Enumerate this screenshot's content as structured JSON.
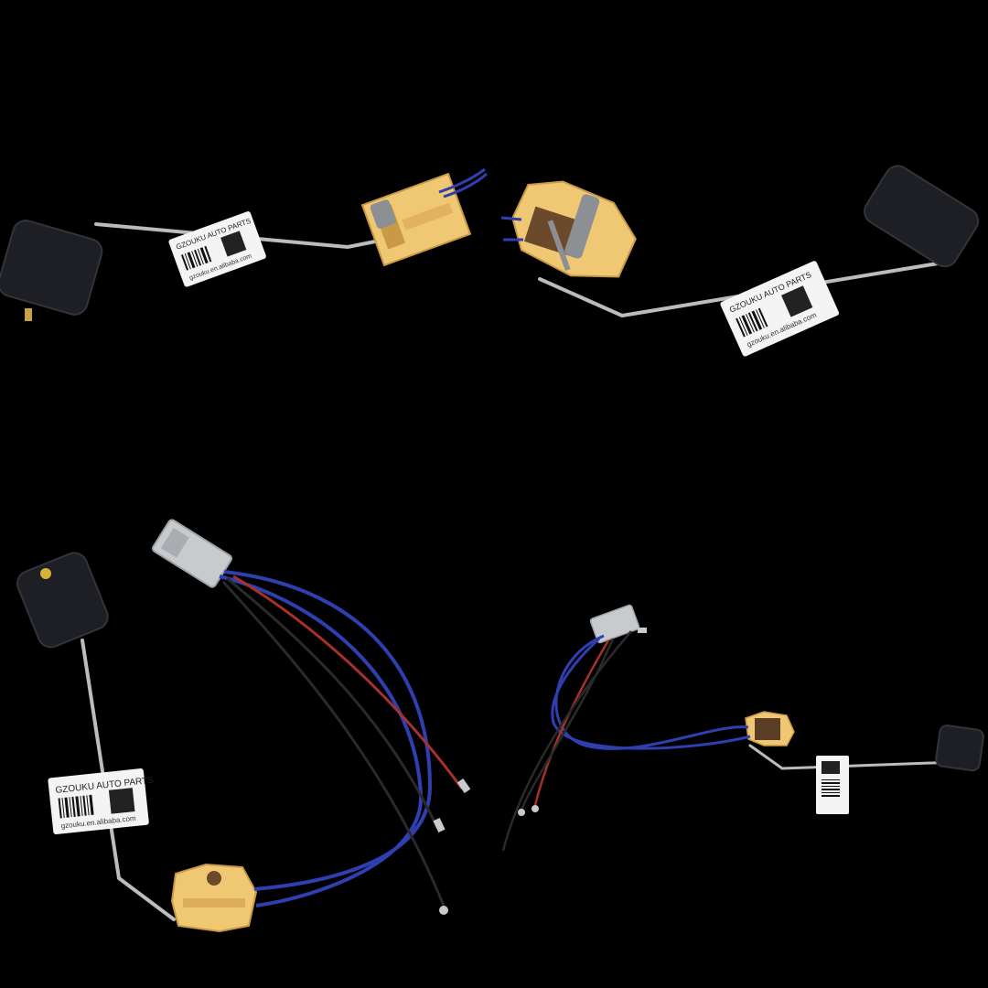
{
  "photo": {
    "background_color": "#000000",
    "subject": "fuel level sensor float assemblies"
  },
  "labels": {
    "brand": "GZOUKU AUTO PARTS",
    "url": "gzouku.en.alibaba.com"
  },
  "colors": {
    "float": "#1e1f24",
    "float_edge": "#33343a",
    "rod": "#b9bcc0",
    "housing": "#f0c772",
    "housing_dark": "#c99a45",
    "wire_blue": "#2f3fb0",
    "wire_red": "#a8302c",
    "wire_black": "#2a2a2a",
    "connector": "#c8cbce",
    "label_bg": "#f4f4f4"
  }
}
